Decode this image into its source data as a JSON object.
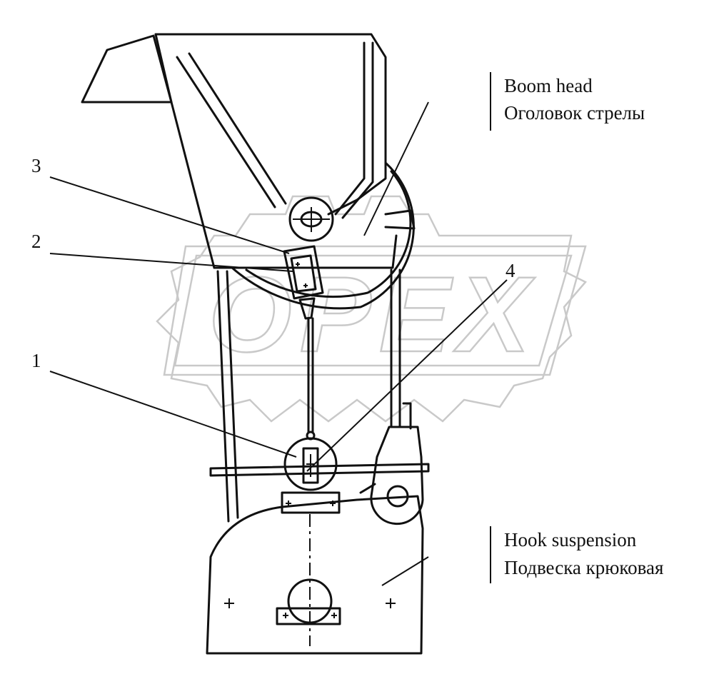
{
  "callouts": {
    "boom_head": {
      "en": "Boom head",
      "ru": "Оголовок стрелы"
    },
    "hook_suspension": {
      "en": "Hook suspension",
      "ru": "Подвеска крюковая"
    }
  },
  "part_numbers": {
    "p1": "1",
    "p2": "2",
    "p3": "3",
    "p4": "4"
  },
  "watermark": {
    "text": "OPEX",
    "color": "#c9c9c9"
  },
  "line_color": "#111111"
}
